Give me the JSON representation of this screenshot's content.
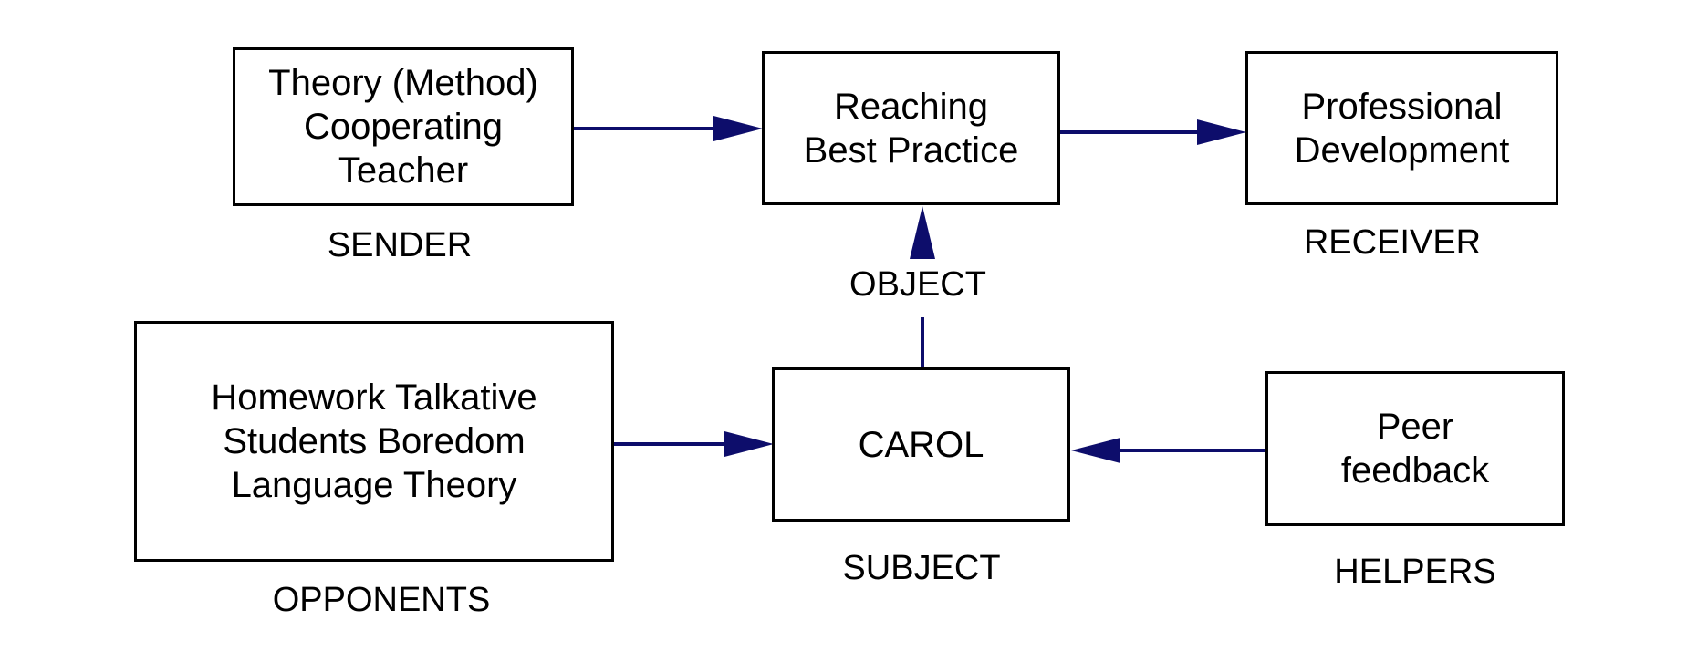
{
  "colors": {
    "arrow": "#0d0d6b",
    "border": "#000000",
    "text": "#000000"
  },
  "boxes": {
    "sender": [
      "Theory (Method)",
      "Cooperating",
      "Teacher"
    ],
    "object": [
      "Reaching",
      "Best Practice"
    ],
    "receiver": [
      "Professional",
      "Development"
    ],
    "opponents": [
      "Homework Talkative",
      "Students Boredom",
      "Language Theory"
    ],
    "subject": [
      "CAROL"
    ],
    "helpers": [
      "Peer",
      "feedback"
    ]
  },
  "roles": {
    "sender": "SENDER",
    "object": "OBJECT",
    "receiver": "RECEIVER",
    "opponents": "OPPONENTS",
    "subject": "SUBJECT",
    "helpers": "HELPERS"
  }
}
